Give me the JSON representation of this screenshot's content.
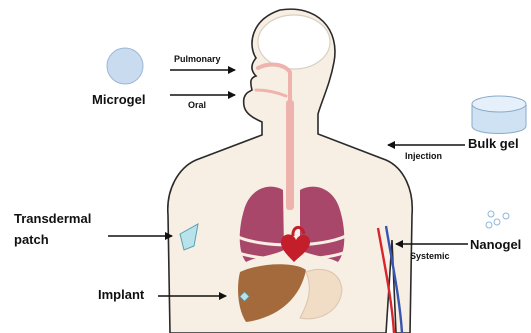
{
  "labels": {
    "microgel": "Microgel",
    "pulmonary": "Pulmonary",
    "oral": "Oral",
    "bulk_gel": "Bulk gel",
    "injection": "Injection",
    "transdermal_patch_line1": "Transdermal",
    "transdermal_patch_line2": "patch",
    "nanogel": "Nanogel",
    "systemic": "Systemic",
    "implant": "Implant"
  },
  "colors": {
    "body_fill": "#f7efe3",
    "outline": "#2a2a2a",
    "lungs": "#a8476a",
    "airway": "#efb3ad",
    "liver": "#a46a3c",
    "heart": "#c41e2a",
    "microgel": "#c9dbef",
    "bulk_gel": "#cfe2f3",
    "patch": "#b9e3ea",
    "nanogel": "#8fb6dc",
    "artery": "#d8262c",
    "vein": "#3a55b0"
  }
}
